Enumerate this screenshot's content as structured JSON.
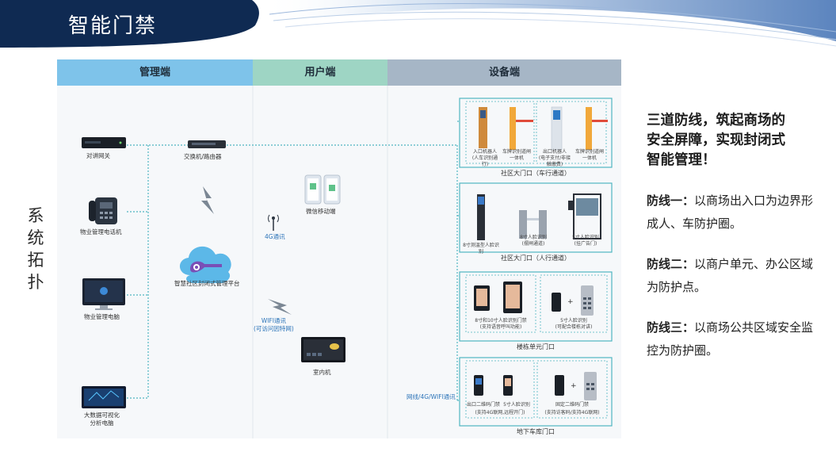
{
  "header": {
    "title": "智能门禁"
  },
  "side_label": [
    "系",
    "统",
    "拓",
    "扑"
  ],
  "columns": {
    "admin": "管理端",
    "user": "用户端",
    "device": "设备端"
  },
  "admin": {
    "intercom_gateway": "对讲网关",
    "switch_router": "交换机/路由器",
    "property_phone": "物业管理电话机",
    "platform": "智慧社区封闭式管理平台",
    "property_pc": "物业管理电脑",
    "bigdata_pc": [
      "大数据可视化",
      "分析电脑"
    ]
  },
  "user": {
    "wechat_mobile": "微信移动端",
    "comm_4g": "4G通讯",
    "comm_wifi": [
      "WIFI通讯",
      "(可访问因特网)"
    ],
    "indoor_unit": "室内机"
  },
  "device": {
    "network_label": "网线/4G/WIFI通讯",
    "gate_vehicle": {
      "caption": "社区大门口（车行通道）",
      "items": [
        [
          "入口机器人",
          "(人车识别通行)"
        ],
        [
          "车牌识别道闸",
          "一体机"
        ],
        [
          "出口机器人",
          "(电子支付/非接触缴费)"
        ],
        [
          "车牌识别道闸",
          "一体机"
        ]
      ]
    },
    "gate_pedestrian": {
      "caption": "社区大门口（人行通道）",
      "items": [
        "8寸测温型人脸识别",
        "8寸人脸识别\n(摆闸通道)",
        "5寸人脸识别\n(挂广告门)"
      ]
    },
    "unit_door": {
      "caption": "楼栋单元门口",
      "items": [
        "8寸和10寸人脸识别门禁\n(支持语音呼叫功能)",
        "5寸人脸识别\n(可配合楼栋对讲)"
      ]
    },
    "garage": {
      "caption": "地下车库门口",
      "items": [
        "出口二维码门禁",
        "5寸人脸识别",
        "(支持4G联网,远程开门)",
        "固定二维码门禁",
        "(支持访客码/支持4G联网)"
      ]
    }
  },
  "right": {
    "headline": [
      "三道防线，筑起商场的",
      "安全屏障，实现封闭式",
      "智能管理！"
    ],
    "lines": [
      {
        "label": "防线一：",
        "text": "以商场出入口为边界形成人、车防护圈。"
      },
      {
        "label": "防线二：",
        "text": "以商户单元、办公区域为防护点。"
      },
      {
        "label": "防线三：",
        "text": "以商场公共区域安全监控为防护圈。"
      }
    ]
  },
  "colors": {
    "navy": "#0f2a52",
    "admin_col": "#7ec3ea",
    "user_col": "#9ed5c4",
    "device_col": "#a6b6c6",
    "teal_line": "#4fb5c1",
    "accent_blue": "#2b73b8"
  }
}
